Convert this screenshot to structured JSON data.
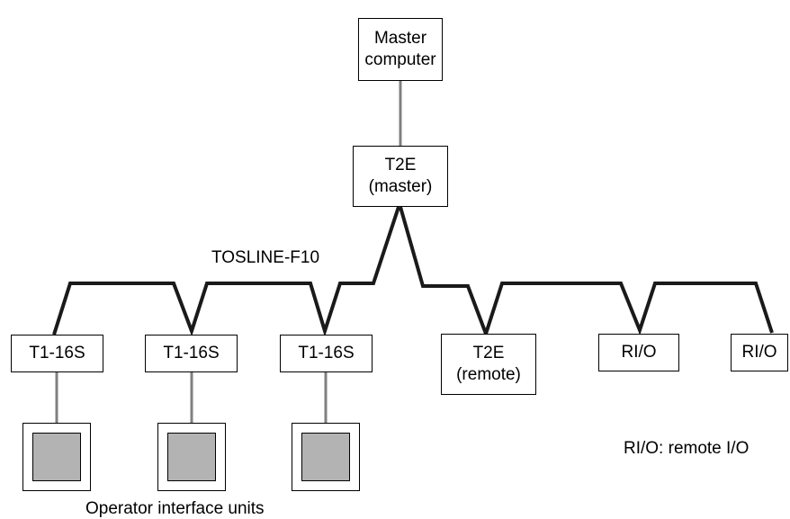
{
  "nodes": {
    "master_computer": [
      "Master",
      "computer"
    ],
    "t2e_master": [
      "T2E",
      "(master)"
    ],
    "t1_16s_1": [
      "T1-16S"
    ],
    "t1_16s_2": [
      "T1-16S"
    ],
    "t1_16s_3": [
      "T1-16S"
    ],
    "t2e_remote": [
      "T2E",
      "(remote)"
    ],
    "rio_1": [
      "RI/O"
    ],
    "rio_2": [
      "RI/O"
    ]
  },
  "labels": {
    "network": "TOSLINE-F10",
    "operator_units": "Operator interface units",
    "rio_legend": "RI/O: remote I/O"
  },
  "colors": {
    "network_line": "#1a1a1a",
    "connector_line": "#808080",
    "screen_fill": "#b3b3b3"
  }
}
